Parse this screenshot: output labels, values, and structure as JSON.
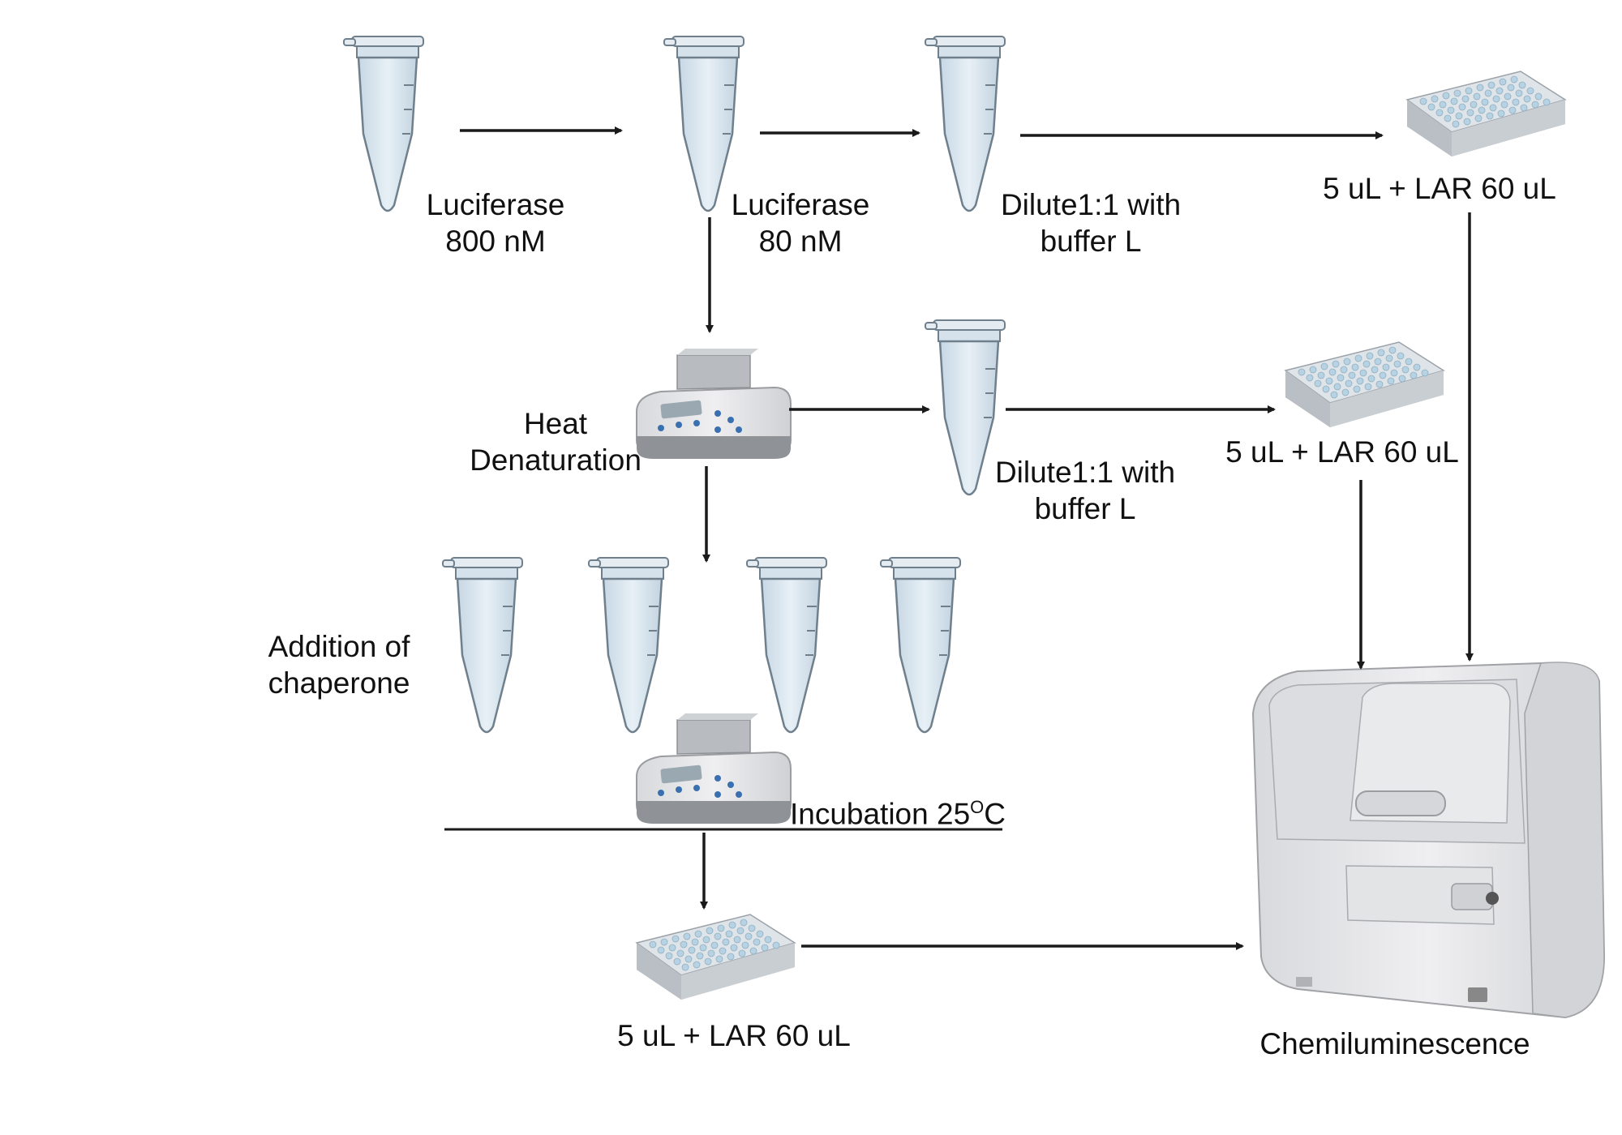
{
  "labels": {
    "luciferase_800": [
      "Luciferase",
      "800 nM"
    ],
    "luciferase_80": [
      "Luciferase",
      "80 nM"
    ],
    "dilute_top": [
      "Dilute1:1 with",
      "buffer L"
    ],
    "plate_top": "5 uL + LAR 60 uL",
    "heat_denaturation": [
      "Heat",
      "Denaturation"
    ],
    "dilute_mid": [
      "Dilute1:1 with",
      "buffer L"
    ],
    "plate_mid": "5 uL + LAR 60 uL",
    "addition_of_chaperone": [
      "Addition of",
      "chaperone"
    ],
    "incubation": "Incubation 25⁰C",
    "incubation_base": "Incubation 25",
    "incubation_sup": "O",
    "incubation_unit": "C",
    "plate_bottom": "5 uL + LAR 60 uL",
    "chemiluminescence": "Chemiluminescence"
  },
  "colors": {
    "tube_fill": "#d9e6f0",
    "tube_stroke": "#6f7f8c",
    "plate": "#dde2e6",
    "well": "#b8d4e4",
    "device_body": "#e8e8ea",
    "device_shadow": "#b6b8bc",
    "heater_keys": "#3a6fb0",
    "arrow": "#1a1a1a"
  },
  "icons": [
    "microcentrifuge-tube-icon",
    "heat-block-icon",
    "well-plate-icon",
    "luminometer-icon"
  ]
}
